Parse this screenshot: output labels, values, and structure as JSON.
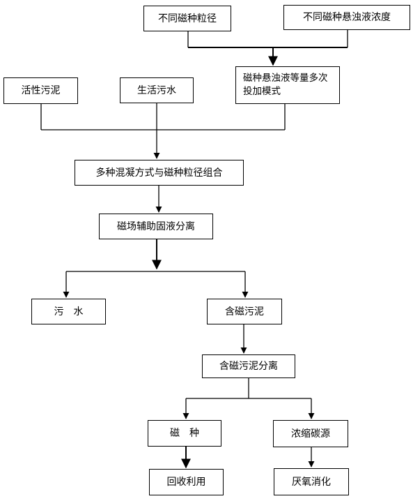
{
  "diagram": {
    "nodes": {
      "magnetic_seed_particle_size_variants": "不同磁种粒径",
      "magnetic_seed_suspension_concentration_variants": "不同磁种悬浊液浓度",
      "equal_amount_multiple_dosing_mode": "磁种悬浊液等量多次投加模式",
      "activated_sludge": "活性污泥",
      "domestic_sewage": "生活污水",
      "coagulation_and_particle_size_combination": "多种混凝方式与磁种粒径组合",
      "magnetic_assisted_solid_liquid_separation": "磁场辅助固液分离",
      "sewage_output": "污　水",
      "magnetic_sludge": "含磁污泥",
      "magnetic_sludge_separation": "含磁污泥分离",
      "magnetic_seed_output": "磁　种",
      "concentrated_carbon_source": "浓缩碳源",
      "recycling": "回收利用",
      "anaerobic_digestion": "厌氧消化"
    }
  }
}
